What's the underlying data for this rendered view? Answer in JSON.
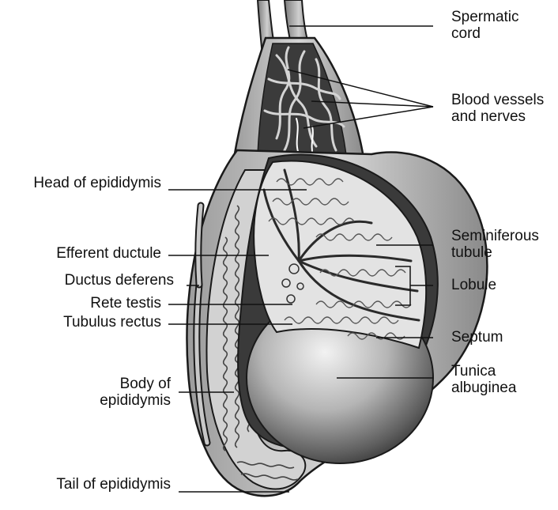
{
  "labels": {
    "spermatic_cord_1": "Spermatic",
    "spermatic_cord_2": "cord",
    "blood_vessels_1": "Blood vessels",
    "blood_vessels_2": "and nerves",
    "head_of_epididymis": "Head of epididymis",
    "seminiferous_1": "Seminiferous",
    "seminiferous_2": "tubule",
    "efferent_ductule": "Efferent ductule",
    "ductus_deferens": "Ductus deferens",
    "lobule": "Lobule",
    "rete_testis": "Rete testis",
    "tubulus_rectus": "Tubulus rectus",
    "septum": "Septum",
    "tunica_1": "Tunica",
    "tunica_2": "albuginea",
    "body_1": "Body of",
    "body_2": "epididymis",
    "tail_of_epididymis": "Tail of epididymis"
  },
  "colors": {
    "outline": "#1a1a1a",
    "epididymis_fill": "#cfcfcf",
    "tubule_fill": "#e4e4e4",
    "albuginea": "#3a3a3a",
    "sphere_light": "#e8e8e8",
    "sphere_dark": "#2a2a2a",
    "leader": "#111111"
  }
}
